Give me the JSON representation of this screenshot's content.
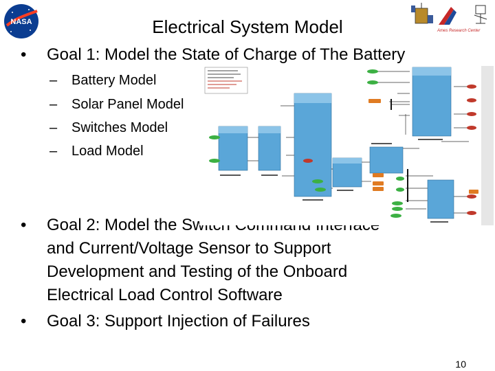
{
  "slide": {
    "title": "Electrical System Model",
    "bullet_mark": "•",
    "dash_mark": "–",
    "goal1": "Goal 1: Model the State of Charge of The Battery",
    "sub_items": [
      "Battery Model",
      "Solar Panel Model",
      "Switches Model",
      "Load Model"
    ],
    "goal2_lines": [
      "Goal 2: Model the Switch Command Interface",
      "and Current/Voltage Sensor to Support",
      "Development and Testing of the Onboard",
      "Electrical Load Control Software"
    ],
    "goal3": "Goal 3: Support Injection of Failures",
    "page_number": "10"
  },
  "logos": {
    "nasa": "NASA",
    "ames": "Ames Research Center"
  },
  "colors": {
    "nasa_blue": "#0b3d91",
    "nasa_red": "#fc3d21",
    "block_blue": "#5aa6d8",
    "port_green": "#3cb043",
    "port_red": "#c0392b",
    "port_orange": "#e07b22"
  }
}
